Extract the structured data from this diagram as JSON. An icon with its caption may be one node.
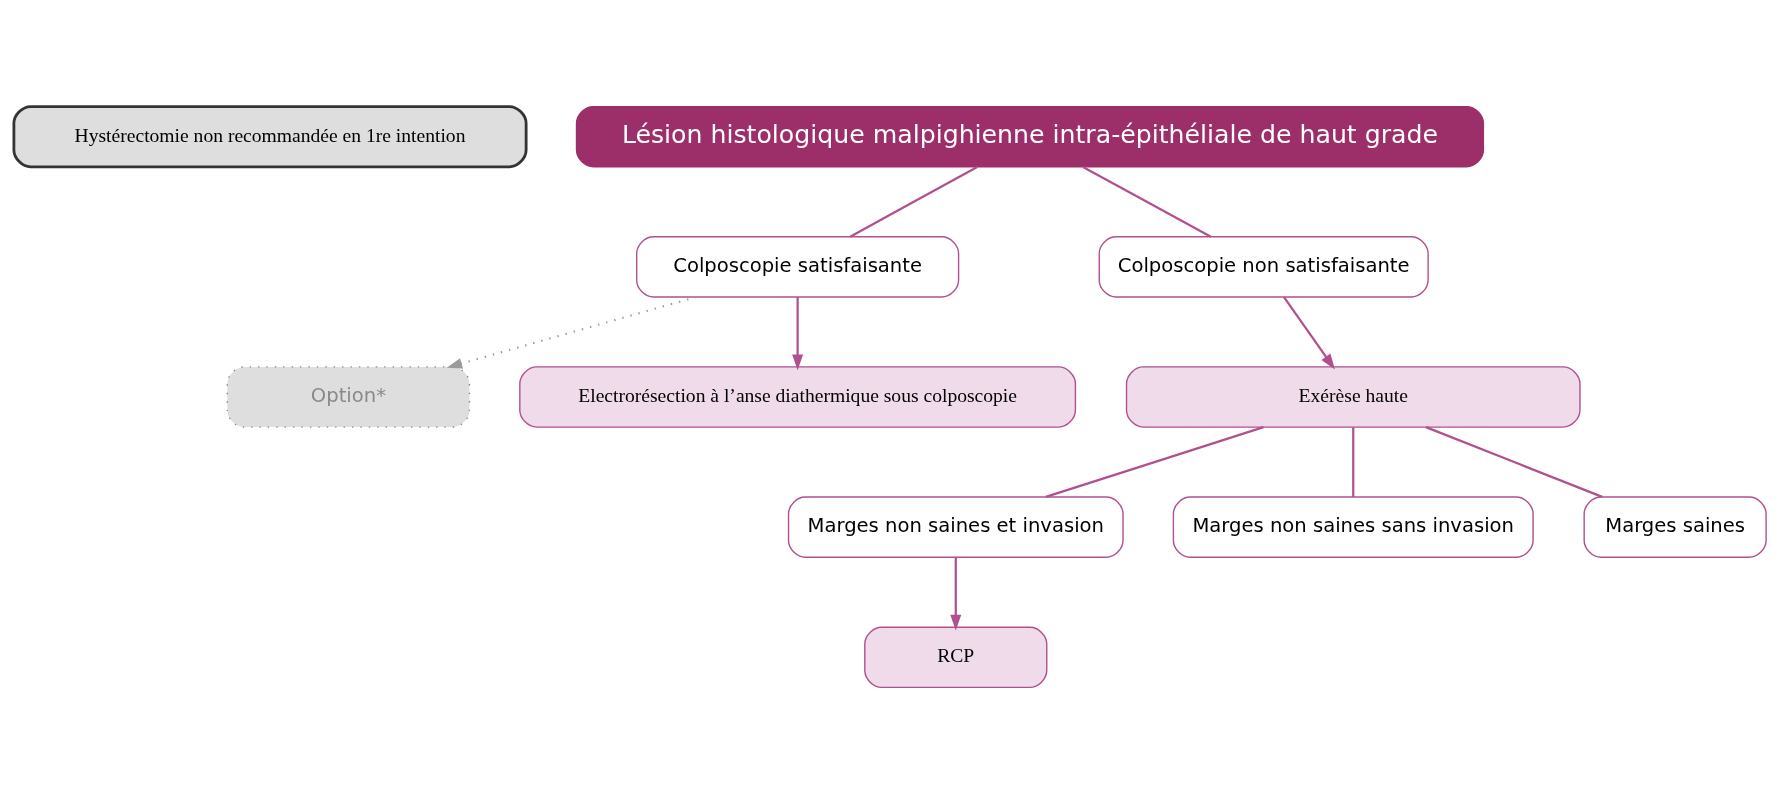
{
  "diagram": {
    "nodes": [
      {
        "text": [
          "Lésion histologique malpighienne intra-épithéliale de haut grade"
        ]
      },
      {
        "text": [
          "Hystérectomie non recommandée en 1re intention"
        ]
      },
      {
        "text": [
          "Colposcopie satisfaisante"
        ]
      },
      {
        "text": [
          "Colposcopie non satisfaisante"
        ]
      },
      {
        "text": [
          "Option*"
        ]
      },
      {
        "text": [
          "Electrorésection à l’anse diathermique sous colposcopie"
        ]
      },
      {
        "text": [
          "Exérèse haute"
        ]
      },
      {
        "text": [
          "Marges non saines et invasion"
        ]
      },
      {
        "text": [
          "Marges non saines sans invasion"
        ]
      },
      {
        "text": [
          "Marges saines"
        ]
      },
      {
        "text": [
          "RCP"
        ]
      }
    ],
    "edges": [
      {
        "from": 0,
        "to": 2,
        "arrow": "none"
      },
      {
        "from": 0,
        "to": 3,
        "arrow": "none"
      },
      {
        "from": 2,
        "to": 4,
        "arrow": "to",
        "style": "dashed",
        "color": "#9a9a9a"
      },
      {
        "from": 2,
        "to": 5,
        "arrow": "to"
      },
      {
        "from": 3,
        "to": 6,
        "arrow": "to"
      },
      {
        "from": 6,
        "to": 7,
        "arrow": "none"
      },
      {
        "from": 6,
        "to": 8,
        "arrow": "none"
      },
      {
        "from": 6,
        "to": 9,
        "arrow": "none"
      },
      {
        "from": 7,
        "to": 10,
        "arrow": "to"
      }
    ]
  }
}
